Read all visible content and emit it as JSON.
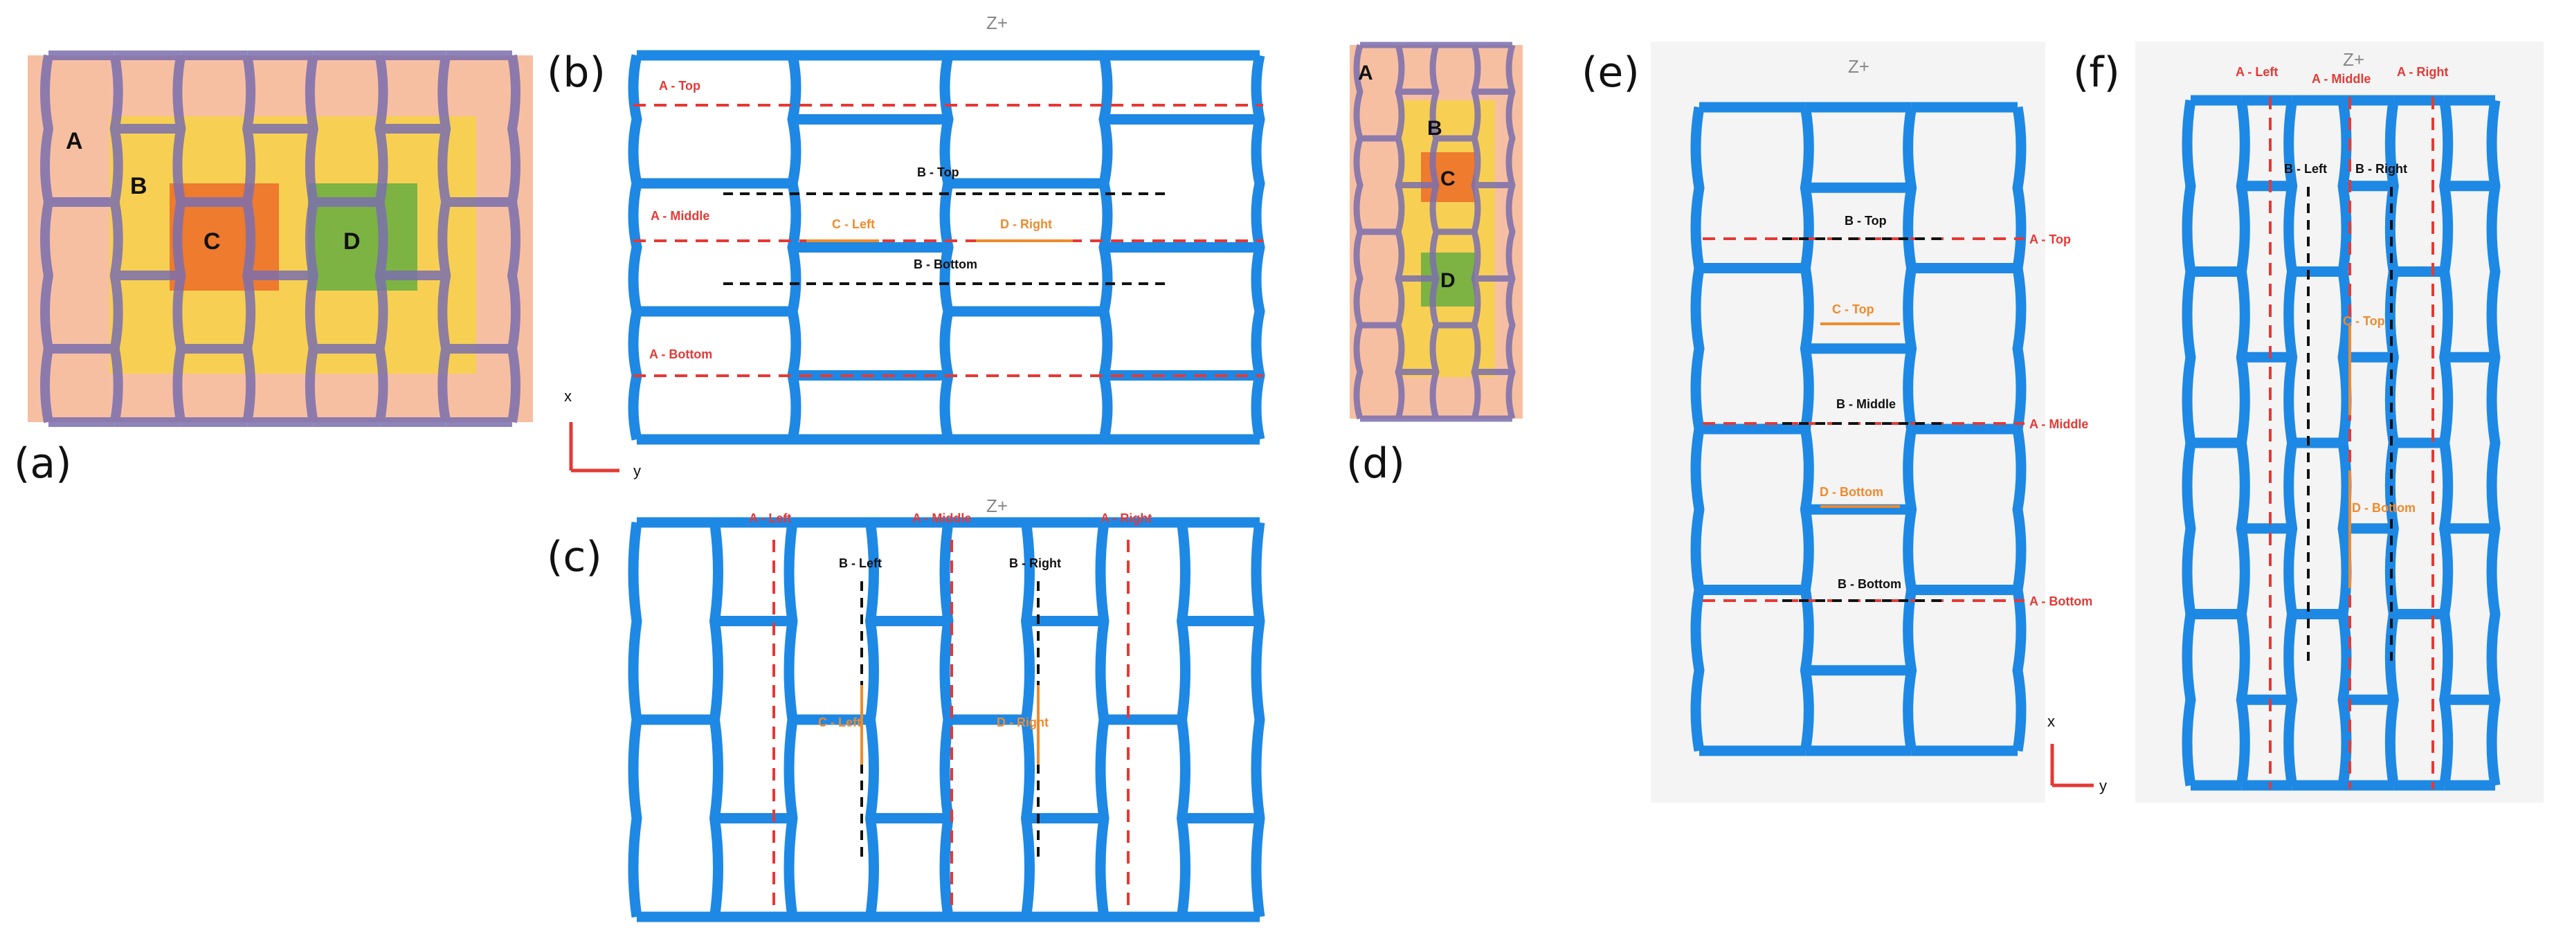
{
  "labels": {
    "a": "(a)",
    "b": "(b)",
    "c": "(c)",
    "d": "(d)",
    "e": "(e)",
    "f": "(f)"
  },
  "regions": {
    "A": "A",
    "B": "B",
    "C": "C",
    "D": "D"
  },
  "zplus": "Z+",
  "axes": {
    "x": "x",
    "y": "y"
  },
  "panel_b": {
    "a_top": "A - Top",
    "a_middle": "A - Middle",
    "a_bottom": "A - Bottom",
    "b_top": "B - Top",
    "b_bottom": "B - Bottom",
    "c_left": "C - Left",
    "d_right": "D - Right"
  },
  "panel_c": {
    "a_left": "A - Left",
    "a_middle": "A - Middle",
    "a_right": "A - Right",
    "b_left": "B - Left",
    "b_right": "B - Right",
    "c_left": "C - Left",
    "d_right": "D - Right"
  },
  "panel_e": {
    "b_top": "B - Top",
    "b_middle": "B - Middle",
    "b_bottom": "B - Bottom",
    "c_top": "C - Top",
    "d_bottom": "D - Bottom",
    "a_top": "A - Top",
    "a_middle": "A - Middle",
    "a_bottom": "A - Bottom"
  },
  "panel_f": {
    "a_left": "A - Left",
    "a_middle": "A - Middle",
    "a_right": "A - Right",
    "b_left": "B - Left",
    "b_right": "B - Right",
    "c_top": "C - Top",
    "d_bottom": "D - Bottom"
  },
  "colors": {
    "lattice_blue": "#1e88e5",
    "region_a": "#f7bfa2",
    "region_b": "#f6d24a",
    "region_c": "#ee7b2e",
    "region_d": "#7cb342",
    "strut_purple": "#7b6fae",
    "red": "#e53935",
    "black": "#111111",
    "orange": "#f08a2c"
  }
}
